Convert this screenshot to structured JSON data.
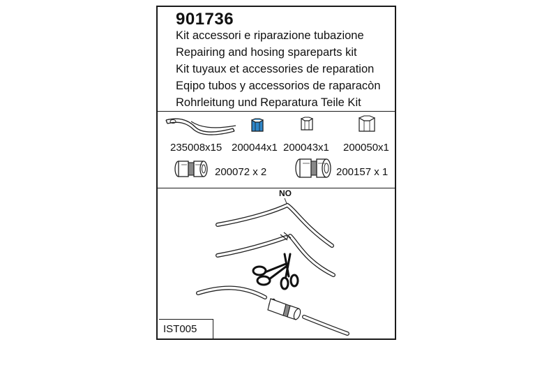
{
  "header": {
    "code": "901736",
    "lines": [
      "Kit accessori  e riparazione tubazione",
      "Repairing and hosing spareparts kit",
      "Kit tuyaux et accessories de reparation",
      "Eqipo tubos y accessorios de raparacòn",
      "Rohrleitung und Reparatura Teile Kit"
    ]
  },
  "parts": [
    {
      "label": "235008x15",
      "icon": "hose-clip-icon"
    },
    {
      "label": "200044x1",
      "icon": "blue-connector-icon",
      "color": "#2f86c8"
    },
    {
      "label": "200043x1",
      "icon": "small-connector-icon"
    },
    {
      "label": "200050x1",
      "icon": "large-connector-icon"
    },
    {
      "label": "200072 x 2",
      "icon": "joint-coupling-icon"
    },
    {
      "label": "200157 x 1",
      "icon": "large-joint-coupling-icon"
    }
  ],
  "instructions": {
    "no_label": "NO",
    "ref_code": "IST005"
  }
}
